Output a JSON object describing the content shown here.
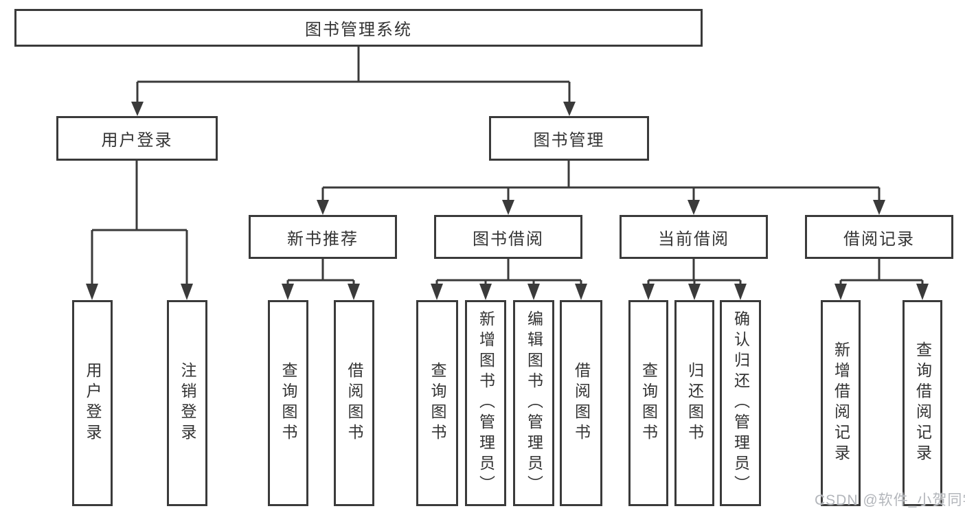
{
  "diagram_title": "图书管理系统",
  "watermark": "CSDN @软件_小贺同学",
  "colors": {
    "line": "#3a3a3a",
    "text": "#333333",
    "background": "#ffffff",
    "watermark": "#b3b6bb"
  },
  "nodes": {
    "root": {
      "label": "图书管理系统"
    },
    "level2": [
      {
        "label": "用户登录"
      },
      {
        "label": "图书管理"
      }
    ],
    "level3": [
      {
        "label": "新书推荐",
        "parent": "图书管理"
      },
      {
        "label": "图书借阅",
        "parent": "图书管理"
      },
      {
        "label": "当前借阅",
        "parent": "图书管理"
      },
      {
        "label": "借阅记录",
        "parent": "图书管理"
      }
    ],
    "leaves": [
      {
        "label": "用户登录",
        "parent": "用户登录"
      },
      {
        "label": "注销登录",
        "parent": "用户登录"
      },
      {
        "label": "查询图书",
        "parent": "新书推荐"
      },
      {
        "label": "借阅图书",
        "parent": "新书推荐"
      },
      {
        "label": "查询图书",
        "parent": "图书借阅"
      },
      {
        "label": "新增图书（管理员）",
        "parent": "图书借阅"
      },
      {
        "label": "编辑图书（管理员）",
        "parent": "图书借阅"
      },
      {
        "label": "借阅图书",
        "parent": "图书借阅"
      },
      {
        "label": "查询图书",
        "parent": "当前借阅"
      },
      {
        "label": "归还图书",
        "parent": "当前借阅"
      },
      {
        "label": "确认归还（管理员）",
        "parent": "当前借阅"
      },
      {
        "label": "新增借阅记录",
        "parent": "借阅记录"
      },
      {
        "label": "查询借阅记录",
        "parent": "借阅记录"
      }
    ]
  }
}
